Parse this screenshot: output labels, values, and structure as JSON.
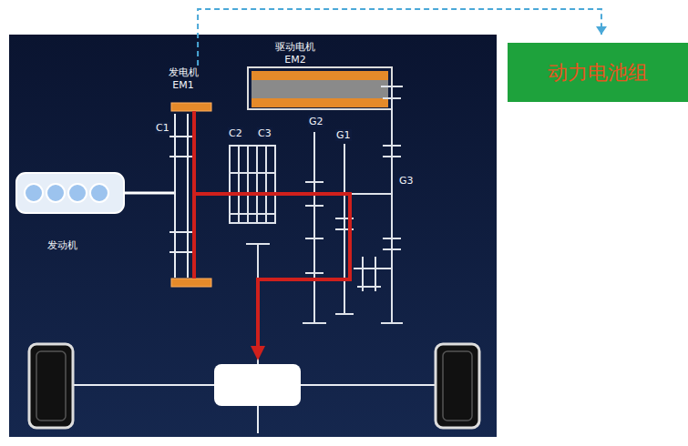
{
  "diagram": {
    "nodes": [
      {
        "text": [
          "驱动电机 EM2"
        ]
      },
      {
        "text": [
          "发电机 EM1"
        ]
      },
      {
        "text": [
          "动力电池组"
        ]
      },
      {
        "text": [
          "发动机"
        ]
      }
    ],
    "edges": [
      {
        "from": 1,
        "to": 2,
        "arrow": "to"
      }
    ],
    "labels": [
      "C1",
      "C2",
      "C3",
      "G2",
      "G1",
      "G3"
    ]
  }
}
